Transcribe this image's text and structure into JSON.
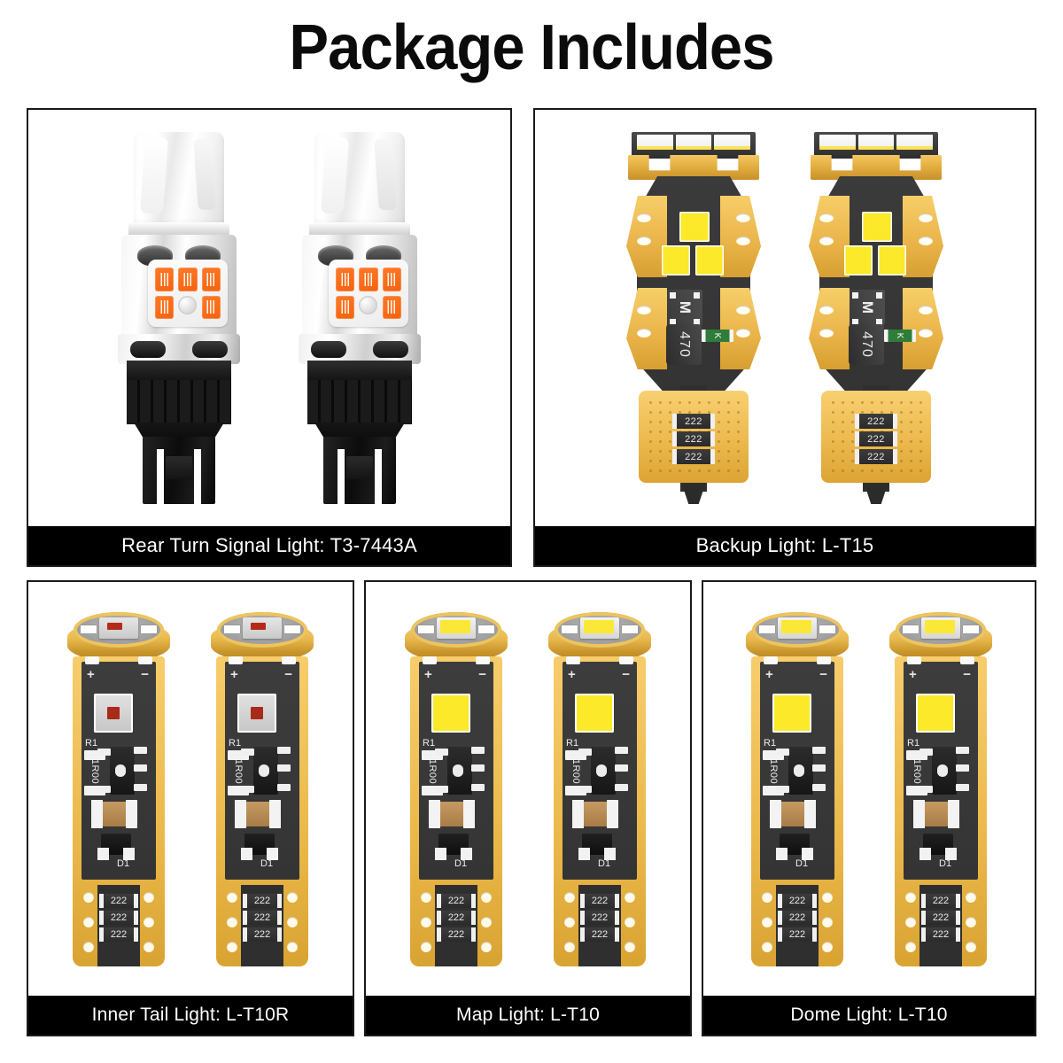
{
  "title": "Package Includes",
  "colors": {
    "border": "#1a1a1a",
    "caption_bg": "#000000",
    "caption_text": "#ffffff",
    "gold_pcb": "#eab849",
    "dark_pcb": "#3b3b3b",
    "amber_led": "#f4620d",
    "yellow_led": "#fbe92a",
    "red_led": "#a82a18",
    "green_part": "#2f7d3a"
  },
  "panels": [
    {
      "id": "rear-turn-signal",
      "caption": "Rear Turn Signal Light: T3-7443A",
      "bulb_type": "7443A",
      "quantity": 2,
      "markings": []
    },
    {
      "id": "backup-light",
      "caption": "Backup Light: L-T15",
      "bulb_type": "T15",
      "quantity": 2,
      "markings": {
        "ic": "M",
        "inductor": "470",
        "diode": "K",
        "resistors": [
          "222",
          "222",
          "222"
        ]
      }
    },
    {
      "id": "inner-tail-light",
      "caption": "Inner Tail Light: L-T10R",
      "bulb_type": "T10R",
      "quantity": 2,
      "markings": {
        "plus": "+",
        "minus": "−",
        "r1": "R1",
        "r1_value": "1R00",
        "d1": "D1",
        "resistors": [
          "222",
          "222",
          "222"
        ]
      }
    },
    {
      "id": "map-light",
      "caption": "Map Light: L-T10",
      "bulb_type": "T10",
      "quantity": 2,
      "markings": {
        "plus": "+",
        "minus": "−",
        "r1": "R1",
        "r1_value": "1R00",
        "d1": "D1",
        "resistors": [
          "222",
          "222",
          "222"
        ]
      }
    },
    {
      "id": "dome-light",
      "caption": "Dome Light: L-T10",
      "bulb_type": "T10",
      "quantity": 2,
      "markings": {
        "plus": "+",
        "minus": "−",
        "r1": "R1",
        "r1_value": "1R00",
        "d1": "D1",
        "resistors": [
          "222",
          "222",
          "222"
        ]
      }
    }
  ]
}
